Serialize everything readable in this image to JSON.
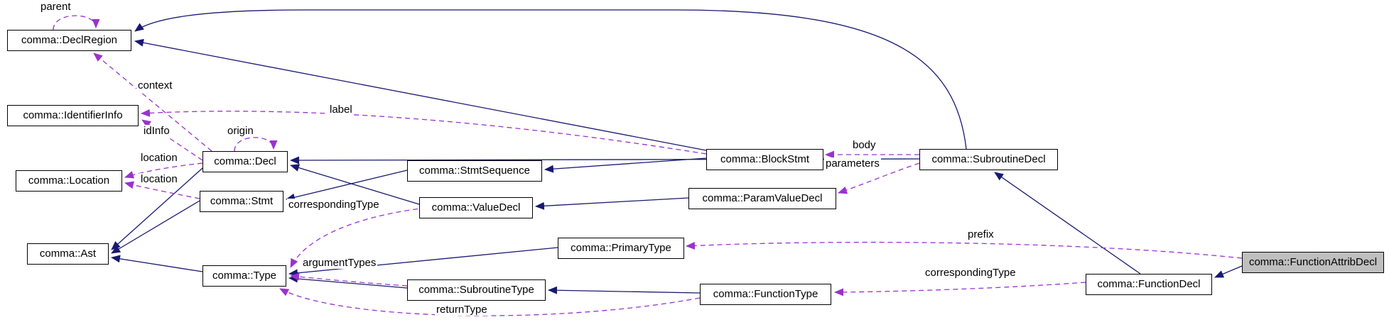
{
  "diagram": {
    "type": "class-collaboration-graph",
    "nodes": [
      {
        "label": "comma::DeclRegion",
        "highlighted": false
      },
      {
        "label": "comma::IdentifierInfo",
        "highlighted": false
      },
      {
        "label": "comma::Location",
        "highlighted": false
      },
      {
        "label": "comma::Ast",
        "highlighted": false
      },
      {
        "label": "comma::Decl",
        "highlighted": false
      },
      {
        "label": "comma::Stmt",
        "highlighted": false
      },
      {
        "label": "comma::Type",
        "highlighted": false
      },
      {
        "label": "comma::StmtSequence",
        "highlighted": false
      },
      {
        "label": "comma::ValueDecl",
        "highlighted": false
      },
      {
        "label": "comma::PrimaryType",
        "highlighted": false
      },
      {
        "label": "comma::SubroutineType",
        "highlighted": false
      },
      {
        "label": "comma::BlockStmt",
        "highlighted": false
      },
      {
        "label": "comma::ParamValueDecl",
        "highlighted": false
      },
      {
        "label": "comma::FunctionType",
        "highlighted": false
      },
      {
        "label": "comma::SubroutineDecl",
        "highlighted": false
      },
      {
        "label": "comma::FunctionDecl",
        "highlighted": false
      },
      {
        "label": "comma::FunctionAttribDecl",
        "highlighted": true
      }
    ],
    "edge_labels": [
      "parent",
      "context",
      "idInfo",
      "origin",
      "label",
      "location",
      "location",
      "correspondingType",
      "body",
      "parameters",
      "prefix",
      "argumentTypes",
      "returnType",
      "correspondingType"
    ],
    "colors": {
      "inheritance_edge": "#191970",
      "usage_edge": "#9a32cd",
      "node_background": "#ffffff",
      "node_border": "#000000",
      "highlight_background": "#bfbfbf"
    }
  }
}
